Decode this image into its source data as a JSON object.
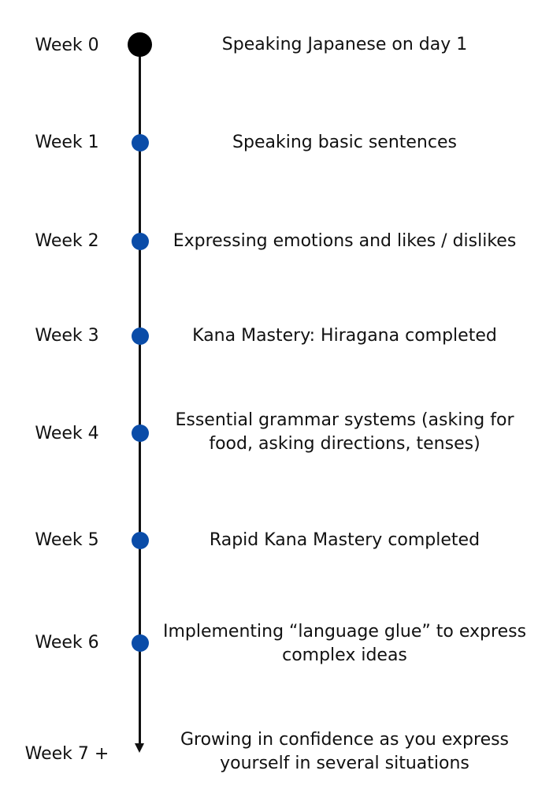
{
  "timeline": {
    "items": [
      {
        "week": "Week 0",
        "milestone": "Speaking Japanese on day 1",
        "marker": "start"
      },
      {
        "week": "Week 1",
        "milestone": "Speaking basic sentences",
        "marker": "dot"
      },
      {
        "week": "Week 2",
        "milestone": "Expressing emotions and likes / dislikes",
        "marker": "dot"
      },
      {
        "week": "Week 3",
        "milestone": "Kana Mastery: Hiragana completed",
        "marker": "dot"
      },
      {
        "week": "Week 4",
        "milestone": "Essential grammar systems (asking for food, asking directions, tenses)",
        "marker": "dot"
      },
      {
        "week": "Week 5",
        "milestone": "Rapid Kana Mastery completed",
        "marker": "dot"
      },
      {
        "week": "Week 6",
        "milestone": "Implementing “language glue” to express complex ideas",
        "marker": "dot"
      },
      {
        "week": "Week 7 +",
        "milestone": "Growing in confidence as you express yourself in several situations",
        "marker": "arrow"
      }
    ]
  },
  "colors": {
    "line": "#111111",
    "start_dot": "#000000",
    "week_dot": "#0a4ca8"
  }
}
